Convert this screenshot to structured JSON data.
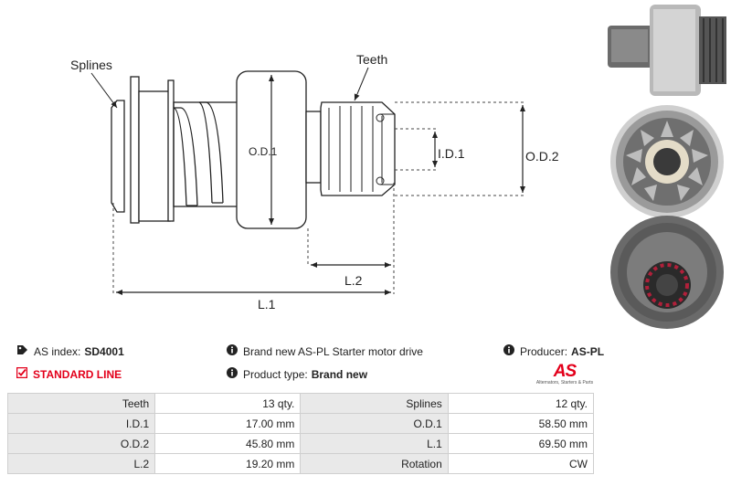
{
  "drawing": {
    "labels": {
      "splines": "Splines",
      "teeth": "Teeth",
      "od1": "O.D.1",
      "id1": "I.D.1",
      "od2": "O.D.2",
      "l2": "L.2",
      "l1": "L.1"
    }
  },
  "info": {
    "as_index_label": "AS index:",
    "as_index_value": "SD4001",
    "standard_line": "STANDARD LINE",
    "description": "Brand new AS-PL Starter motor drive",
    "product_type_label": "Product type:",
    "product_type_value": "Brand new",
    "producer_label": "Producer:",
    "producer_value": "AS-PL"
  },
  "logo": {
    "text": "AS",
    "tagline": "Alternators, Starters & Parts"
  },
  "specs": [
    {
      "l1": "Teeth",
      "v1": "13 qty.",
      "l2": "Splines",
      "v2": "12 qty."
    },
    {
      "l1": "I.D.1",
      "v1": "17.00 mm",
      "l2": "O.D.1",
      "v2": "58.50 mm"
    },
    {
      "l1": "O.D.2",
      "v1": "45.80 mm",
      "l2": "L.1",
      "v2": "69.50 mm"
    },
    {
      "l1": "L.2",
      "v1": "19.20 mm",
      "l2": "Rotation",
      "v2": "CW"
    }
  ],
  "colors": {
    "accent": "#e3001b",
    "table_label_bg": "#e9e9e9"
  }
}
